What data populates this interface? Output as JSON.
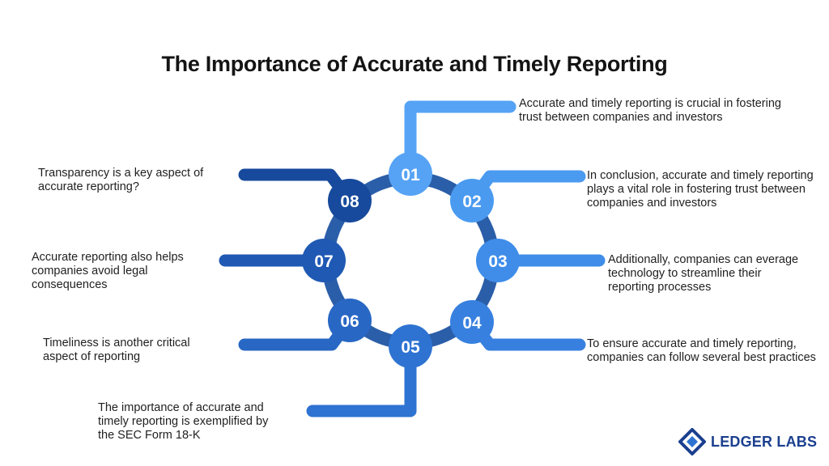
{
  "title": "The Importance of Accurate and Timely Reporting",
  "colors": {
    "ring": "#2b5ea8",
    "step_01": "#56a3f5",
    "step_02": "#4a9af0",
    "step_03": "#3f8de9",
    "step_04": "#3780df",
    "step_05": "#2e73d2",
    "step_06": "#2867c4",
    "step_07": "#1f59b3",
    "step_08": "#174a9c",
    "number_text": "#ffffff",
    "logo": "#1b3f8f"
  },
  "steps": [
    {
      "number": "01",
      "text": "Accurate and timely reporting is crucial in fostering trust between companies and investors"
    },
    {
      "number": "02",
      "text": "In conclusion, accurate and timely reporting plays a vital role in fostering trust between companies and investors"
    },
    {
      "number": "03",
      "text": "Additionally, companies can everage technology to streamline their reporting processes"
    },
    {
      "number": "04",
      "text": "To ensure accurate and timely reporting, companies can follow several best practices"
    },
    {
      "number": "05",
      "text": "The importance of accurate and timely reporting is exemplified by the SEC Form 18-K"
    },
    {
      "number": "06",
      "text": "Timeliness is another critical aspect of reporting"
    },
    {
      "number": "07",
      "text": "Accurate reporting also helps companies avoid legal consequences"
    },
    {
      "number": "08",
      "text": "Transparency is a key aspect of accurate reporting?"
    }
  ],
  "logo": {
    "text": "LEDGER LABS",
    "icon": "diamond-logo-icon"
  }
}
